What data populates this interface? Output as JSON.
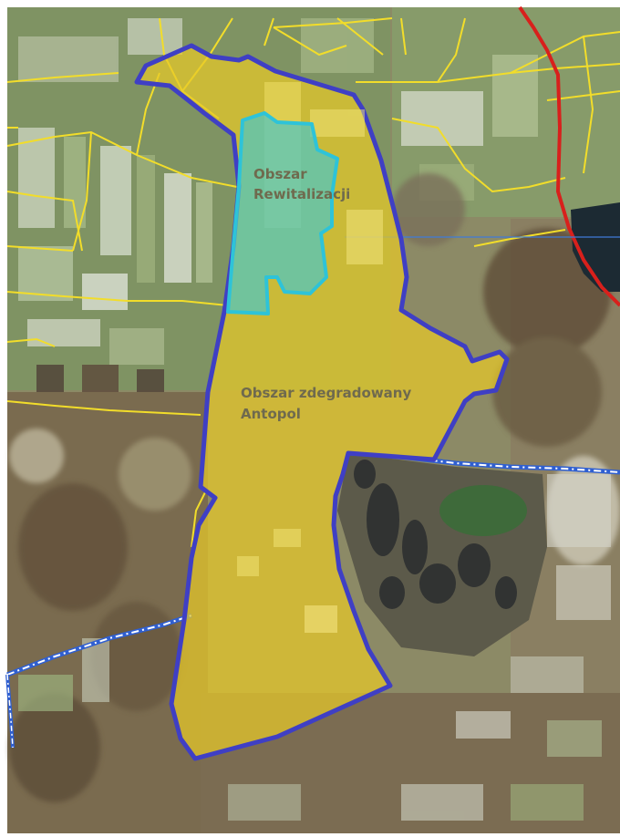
{
  "labels": {
    "revitalization_line1": "Obszar",
    "revitalization_line2": "Rewitalizacji",
    "degraded_line1": "Obszar zdegradowany",
    "degraded_line2": "Antopol"
  },
  "colors": {
    "degraded_fill": "#e8c928",
    "degraded_border": "#3f3fc4",
    "revitalization_fill": "#4fc6c4",
    "revitalization_border": "#2ec3d8",
    "roads": "#f2dd2a",
    "province_border": "#d8201c",
    "admin_border": "#2f5fd1",
    "lake": "#1c2a33"
  }
}
